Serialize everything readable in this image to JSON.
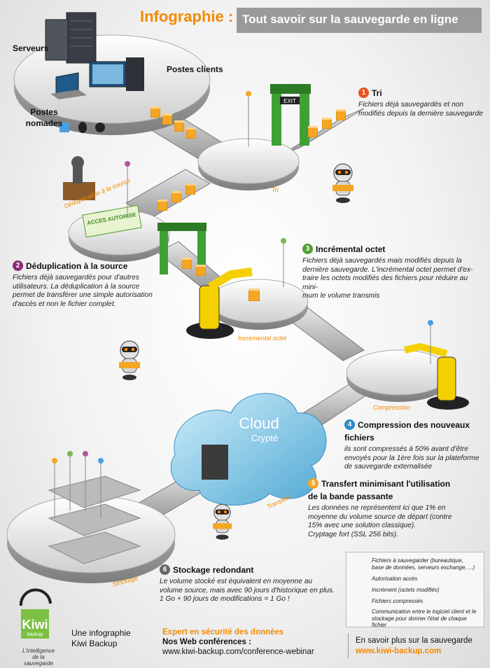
{
  "header": {
    "title": "Infographie :",
    "subtitle": "Tout savoir sur la sauvegarde en ligne"
  },
  "labels": {
    "servers": "Serveurs",
    "clients": "Postes clients",
    "nomads": "Postes nomades"
  },
  "sign": {
    "exit": "EXIT",
    "stamp": "ACCES AUTORISE"
  },
  "cloud": {
    "title": "Cloud",
    "sub": "Crypté"
  },
  "disks": {
    "tri": "Tri",
    "dedup": "Déduplication à la source",
    "incr": "Incrémental octet",
    "comp": "Compression",
    "transfer": "Transfert",
    "storage": "Stockage"
  },
  "steps": [
    {
      "num": "1",
      "color": "#e8531e",
      "title": "Tri",
      "lines": [
        "Fichiers déjà sauvegardés et non",
        "modifiés depuis la dernière sauvegarde"
      ]
    },
    {
      "num": "2",
      "color": "#8a2a7c",
      "title": "Déduplication à la source",
      "lines": [
        "Fichiers déjà sauvegardés pour d'autres",
        "utilisateurs. La déduplication à la source",
        "permet de transférer une simple autorisation",
        "d'accès et non le fichier complet."
      ]
    },
    {
      "num": "3",
      "color": "#4ea02e",
      "title": "Incrémental octet",
      "lines": [
        "Fichiers déjà sauvegardés mais modifiés depuis la",
        "dernière sauvegarde. L'incrémental octet permet d'ex-",
        "traire les octets modifiés des fichiers pour réduire au mini-",
        "mum le volume transmis"
      ]
    },
    {
      "num": "4",
      "color": "#2a8ac8",
      "title": "Compression des nouveaux fichiers",
      "lines": [
        "ils sont compressés à 50% avant d'être",
        "envoyés pour la 1ère fois sur la plateforme",
        " de sauvegarde externalisée"
      ]
    },
    {
      "num": "5",
      "color": "#f5a623",
      "title": "Transfert minimisant l'utilisation de la bande passante",
      "lines": [
        "Les données ne représentent ici que 1% en",
        "moyenne du volume source de départ (contre",
        "15% avec une solution classique).",
        "Cryptage fort (SSL 256 bits)."
      ]
    },
    {
      "num": "6",
      "color": "#666666",
      "title": "Stockage redondant",
      "lines": [
        "Le volume stocké est équivalent en moyenne au",
        "volume source, mais avec 90 jours d'historique en plus.",
        "1 Go + 90 jours de modifications = 1 Go !"
      ]
    }
  ],
  "legend": [
    "Fichiers à sauvegarder (bureautique, base de données, serveurs exchange, ...)",
    "Autorisation accès",
    "Incrément (octets modifiés)",
    "Fichiers compressés",
    "Communication entre le logiciel client et le stockage pour donner l'état de chaque fichier"
  ],
  "footer": {
    "brand": "Kiwi",
    "brand_sub": "backup",
    "tagline": "L'intelligence de la sauvegarde",
    "info1": "Une infographie",
    "info2": "Kiwi Backup",
    "expert": "Expert en sécurité des données",
    "webinar_title": "Nos Web conférences :",
    "webinar_url": "www.kiwi-backup.com/conference-webinar",
    "more": "En savoir plus sur la sauvegarde",
    "site": "www.kiwi-backup.com"
  },
  "colors": {
    "accent": "#f28a00",
    "green": "#3fa034",
    "cloud": "#7fc6e4"
  }
}
